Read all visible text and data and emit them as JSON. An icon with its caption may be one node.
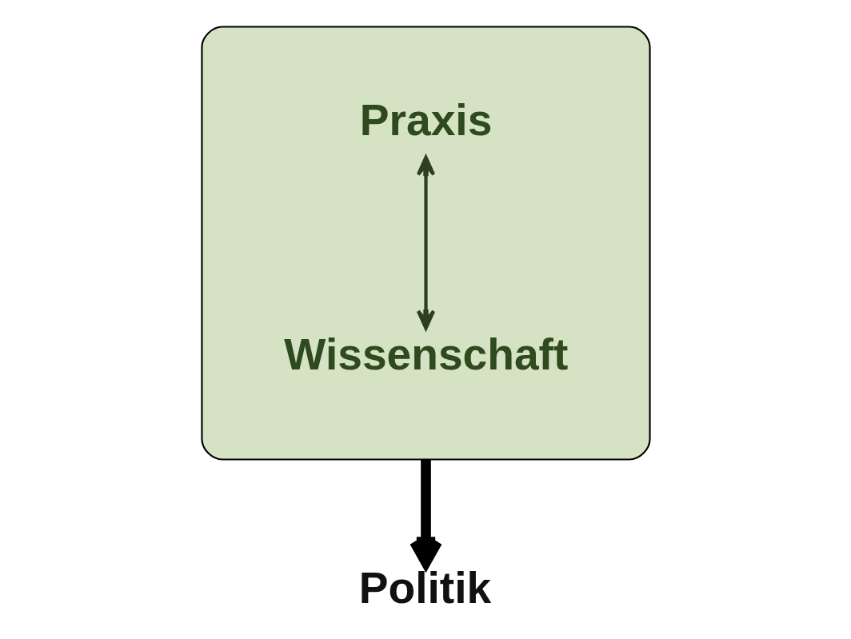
{
  "diagram": {
    "nodes": [
      {
        "text": [],
        "shape": "ellipse"
      },
      {
        "text": [
          "Wissenschaft"
        ],
        "in": 0
      },
      {
        "text": [
          "Praxis"
        ],
        "in": 0
      },
      {
        "text": [
          "Politik"
        ]
      }
    ],
    "edges": [
      {
        "from": 2,
        "to": 1,
        "arrow": "both",
        "color": "#2e3f1f"
      },
      {
        "from": 0,
        "to": 3,
        "arrow": "to",
        "style": "thick"
      }
    ]
  }
}
